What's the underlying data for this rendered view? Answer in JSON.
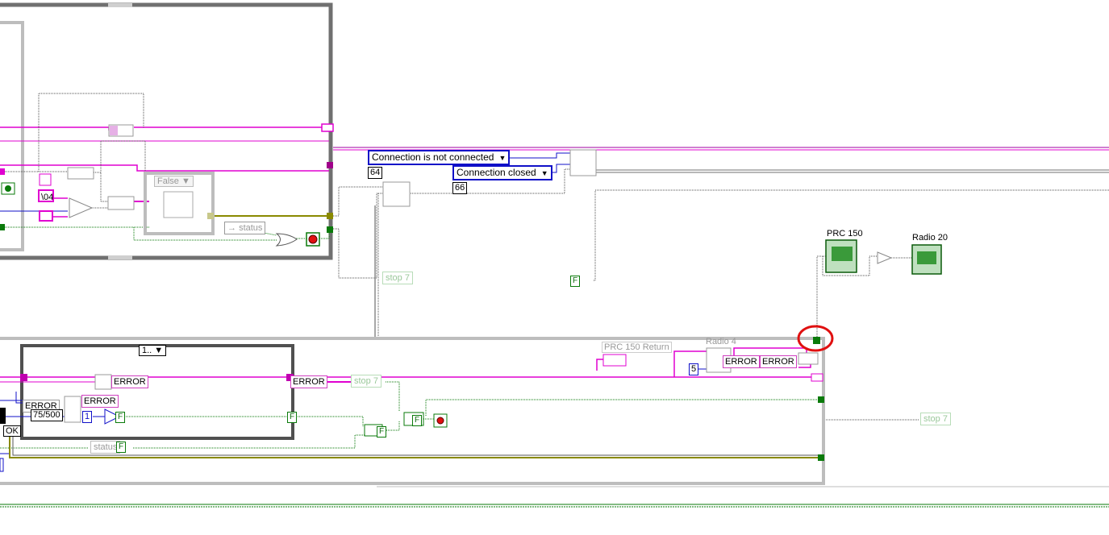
{
  "rings": {
    "not_connected": "Connection is not connected",
    "connection_closed": "Connection closed"
  },
  "constants": {
    "code_64": "64",
    "code_66": "66",
    "hex_04": "\\04",
    "ratio": "75/500",
    "one": "1",
    "five": "5",
    "ok": "OK",
    "false_const": "F",
    "case_false": "False",
    "case_range": "1.."
  },
  "labels": {
    "status_top": "status",
    "status_bottom": "status",
    "stop7_a": "stop 7",
    "stop7_b": "stop 7",
    "stop7_c": "stop 7",
    "prc150": "PRC 150",
    "radio20": "Radio 20",
    "prc150_return": "PRC 150 Return",
    "radio4": "Radio 4",
    "error_1": "ERROR",
    "error_2": "ERROR",
    "error_3": "ERROR",
    "error_4": "ERROR",
    "error_5": "ERROR",
    "error_6": "ERROR"
  },
  "colors": {
    "string_wire": "#e000d0",
    "boolean_wire": "#0a7a0a",
    "numeric_wire": "#1010c8",
    "cluster_wire": "#8a8a00",
    "structure_border": "#707070",
    "highlight_circle": "#e01010"
  }
}
